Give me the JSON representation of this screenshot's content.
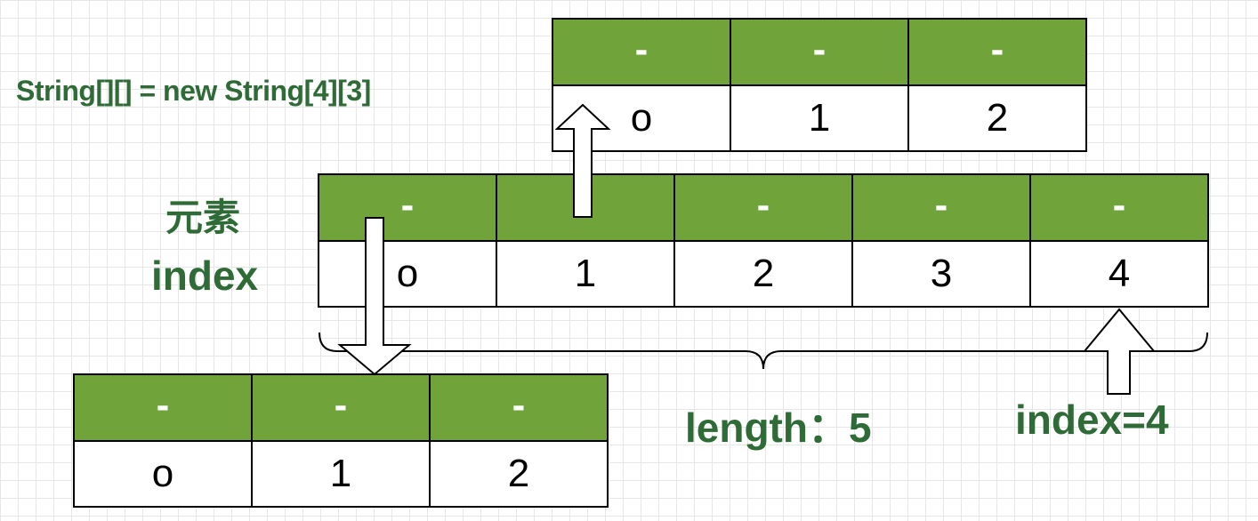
{
  "labels": {
    "declaration": "String[][] = new String[4][3]",
    "element": "元素",
    "index": "index",
    "length": "length：5",
    "index_pointer": "index=4"
  },
  "arrays": {
    "top": {
      "values": [
        "-",
        "-",
        "-"
      ],
      "indices": [
        "o",
        "1",
        "2"
      ]
    },
    "main": {
      "values": [
        "-",
        "-",
        "-",
        "-",
        "-"
      ],
      "indices": [
        "o",
        "1",
        "2",
        "3",
        "4"
      ]
    },
    "bottom": {
      "values": [
        "-",
        "-",
        "-"
      ],
      "indices": [
        "o",
        "1",
        "2"
      ]
    }
  },
  "colors": {
    "cell_fill": "#70a33a",
    "label_text": "#2e6b36",
    "grid": "#e6e6e6"
  }
}
